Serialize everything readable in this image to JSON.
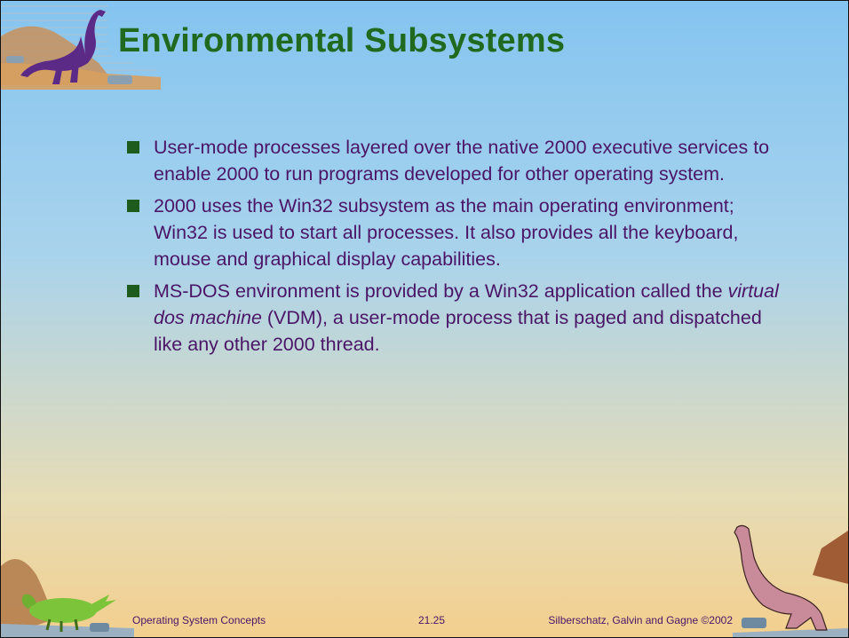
{
  "slide": {
    "title": "Environmental Subsystems",
    "bullets": [
      {
        "text": "User-mode processes layered over the native 2000 executive services to enable 2000 to run programs developed for other operating system."
      },
      {
        "text": "2000 uses the Win32 subsystem as the main operating environment; Win32 is used to start all processes.  It also provides all the keyboard, mouse and graphical display capabilities."
      },
      {
        "text_before": "MS-DOS environment is provided by a Win32 application called the ",
        "text_italic": "virtual dos machine",
        "text_after": " (VDM), a user-mode process that is paged and dispatched like any other 2000 thread."
      }
    ]
  },
  "footer": {
    "left": "Operating System Concepts",
    "center": "21.25",
    "right": "Silberschatz, Galvin and Gagne ©2002"
  },
  "colors": {
    "title": "#1f6a1f",
    "body_text": "#4a1566",
    "bullet_marker": "#1d5c1d",
    "dinosaur_purple": "#5b2a86",
    "dinosaur_green": "#7cc43a",
    "dinosaur_pink": "#c98a9a"
  },
  "icons": {
    "header": "purple-dinosaur-icon",
    "footer_left": "triceratops-icon",
    "footer_right": "brontosaurus-icon"
  }
}
